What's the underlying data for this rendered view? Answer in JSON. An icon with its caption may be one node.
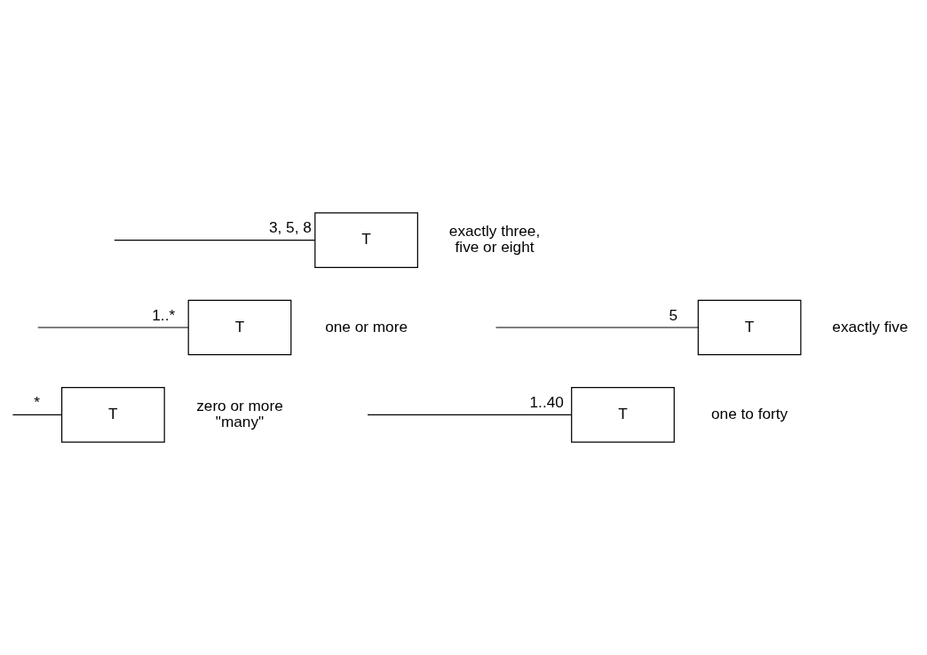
{
  "diagram": {
    "nodes": [
      {
        "text": [
          "T"
        ],
        "beside": [
          "zero or more \"many\""
        ]
      },
      {
        "text": [
          "T"
        ],
        "beside": [
          "one to forty"
        ]
      },
      {
        "text": [
          "T"
        ],
        "beside": [
          "one or more"
        ]
      },
      {
        "text": [
          "T"
        ],
        "beside": [
          "exactly five"
        ]
      },
      {
        "text": [
          "T"
        ],
        "beside": [
          "exactly three, five or eight"
        ]
      }
    ],
    "edges": [
      {
        "from": null,
        "to": 0,
        "arrow": "none",
        "label": "*"
      },
      {
        "from": null,
        "to": 1,
        "arrow": "none",
        "label": "1..40"
      },
      {
        "from": null,
        "to": 2,
        "arrow": "none",
        "label": "1..*"
      },
      {
        "from": null,
        "to": 3,
        "arrow": "none",
        "label": "5"
      },
      {
        "from": null,
        "to": 4,
        "arrow": "none",
        "label": "3, 5, 8"
      }
    ]
  }
}
